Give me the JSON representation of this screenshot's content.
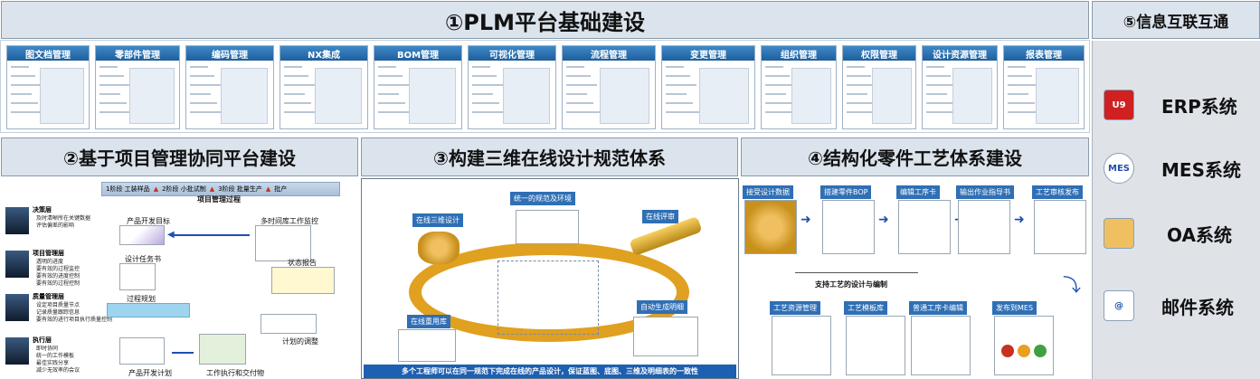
{
  "headers": {
    "plm": "①PLM平台基础建设",
    "integration": "⑤信息互联互通",
    "project": "②基于项目管理协同平台建设",
    "design3d": "③构建三维在线设计规范体系",
    "process": "④结构化零件工艺体系建设"
  },
  "plm_modules": [
    "图文档管理",
    "零部件管理",
    "编码管理",
    "NX集成",
    "BOM管理",
    "可视化管理",
    "流程管理",
    "变更管理",
    "组织管理",
    "权限管理",
    "设计资源管理",
    "报表管理"
  ],
  "project_panel": {
    "phases": [
      "1阶段 工装样品",
      "2阶段 小批试制",
      "3阶段 批量生产",
      "批产"
    ],
    "center_title": "项目管理过程",
    "roles": [
      {
        "name": "决策层",
        "items": [
          "及时清晰所在关键数据",
          "评估偏差的影响"
        ]
      },
      {
        "name": "项目管理层",
        "items": [
          "透明的进度",
          "要有效的过程监控",
          "要有效的进度控制",
          "要有效的过程控制"
        ]
      },
      {
        "name": "质量管理层",
        "items": [
          "设定项目质量节点",
          "记录质量跟踪信息",
          "要有效的进行项目执行质量控制"
        ]
      },
      {
        "name": "执行层",
        "items": [
          "即时协同",
          "统一的工作模板",
          "最佳实践分享",
          "减少无效率的会议"
        ]
      }
    ],
    "labels": [
      "产品开发目标",
      "多时间库工作监控",
      "设计任务书",
      "过程规划",
      "状态报告",
      "计划的调整",
      "产品开发计划",
      "工作执行和交付物"
    ]
  },
  "design_panel": {
    "top_label": "统一的规范及环境",
    "left_label": "在线三维设计",
    "right_label": "在线评审",
    "bottom_left_label": "在线重用库",
    "bottom_right_label": "自动生成明细",
    "footer": "多个工程师可以在同一规范下完成在线的产品设计，保证蓝图、底图、三维及明细表的一致性"
  },
  "process_panel": {
    "steps": [
      "接受设计数据",
      "搭建零件BOP",
      "编辑工序卡",
      "输出作业指导书",
      "工艺审核发布"
    ],
    "support_label": "支持工艺的设计与编制",
    "bottom": [
      "工艺资源管理",
      "工艺模板库",
      "普通工序卡编辑",
      "发布到MES"
    ]
  },
  "systems": [
    {
      "icon": "u9-icon",
      "label": "ERP系统",
      "icon_text": "U9"
    },
    {
      "icon": "mes-icon",
      "label": "MES系统",
      "icon_text": "MES"
    },
    {
      "icon": "people-icon",
      "label": "OA系统",
      "icon_text": ""
    },
    {
      "icon": "mail-icon",
      "label": "邮件系统",
      "icon_text": "@"
    }
  ],
  "colors": {
    "header_bg": "#dbe3ec",
    "module_title": "#2a70b0",
    "arrow_blue": "#1f4fb0",
    "ring_gold": "#e0a020"
  }
}
